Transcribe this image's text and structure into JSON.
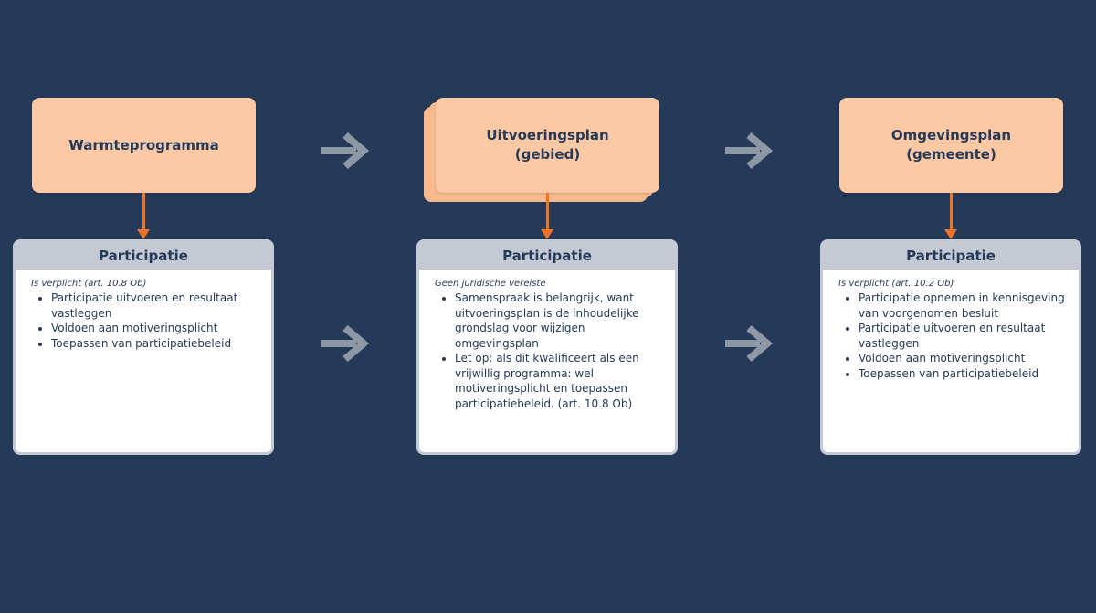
{
  "colors": {
    "background": "#243a58",
    "box_fill": "#fcc9a4",
    "box_stack_fill": "#f9b98f",
    "connector": "#ee7325",
    "card_header": "#c4c9d4",
    "arrow": "#8e97a5",
    "text": "#243a58"
  },
  "steps": [
    {
      "title": "Warmteprogramma",
      "card": {
        "heading": "Participatie",
        "note": "Is verplicht (art. 10.8 Ob)",
        "items": [
          "Participatie uitvoeren en resultaat vastleggen",
          "Voldoen aan motiveringsplicht",
          "Toepassen van participatiebeleid"
        ]
      }
    },
    {
      "title": "Uitvoeringsplan\n(gebied)",
      "card": {
        "heading": "Participatie",
        "note": "Geen juridische vereiste",
        "items": [
          "Samenspraak is belangrijk, want uitvoeringsplan is de inhoudelijke grondslag voor wijzigen omgevingsplan",
          "Let op: als dit kwalificeert als een vrijwillig programma: wel motiveringsplicht en toepassen participatiebeleid. (art. 10.8 Ob)"
        ]
      }
    },
    {
      "title": "Omgevingsplan\n(gemeente)",
      "card": {
        "heading": "Participatie",
        "note": "Is verplicht (art. 10.2 Ob)",
        "items": [
          "Participatie opnemen in kennisgeving van voorgenomen besluit",
          "Participatie uitvoeren en resultaat vastleggen",
          "Voldoen aan motiveringsplicht",
          "Toepassen van participatiebeleid"
        ]
      }
    }
  ]
}
